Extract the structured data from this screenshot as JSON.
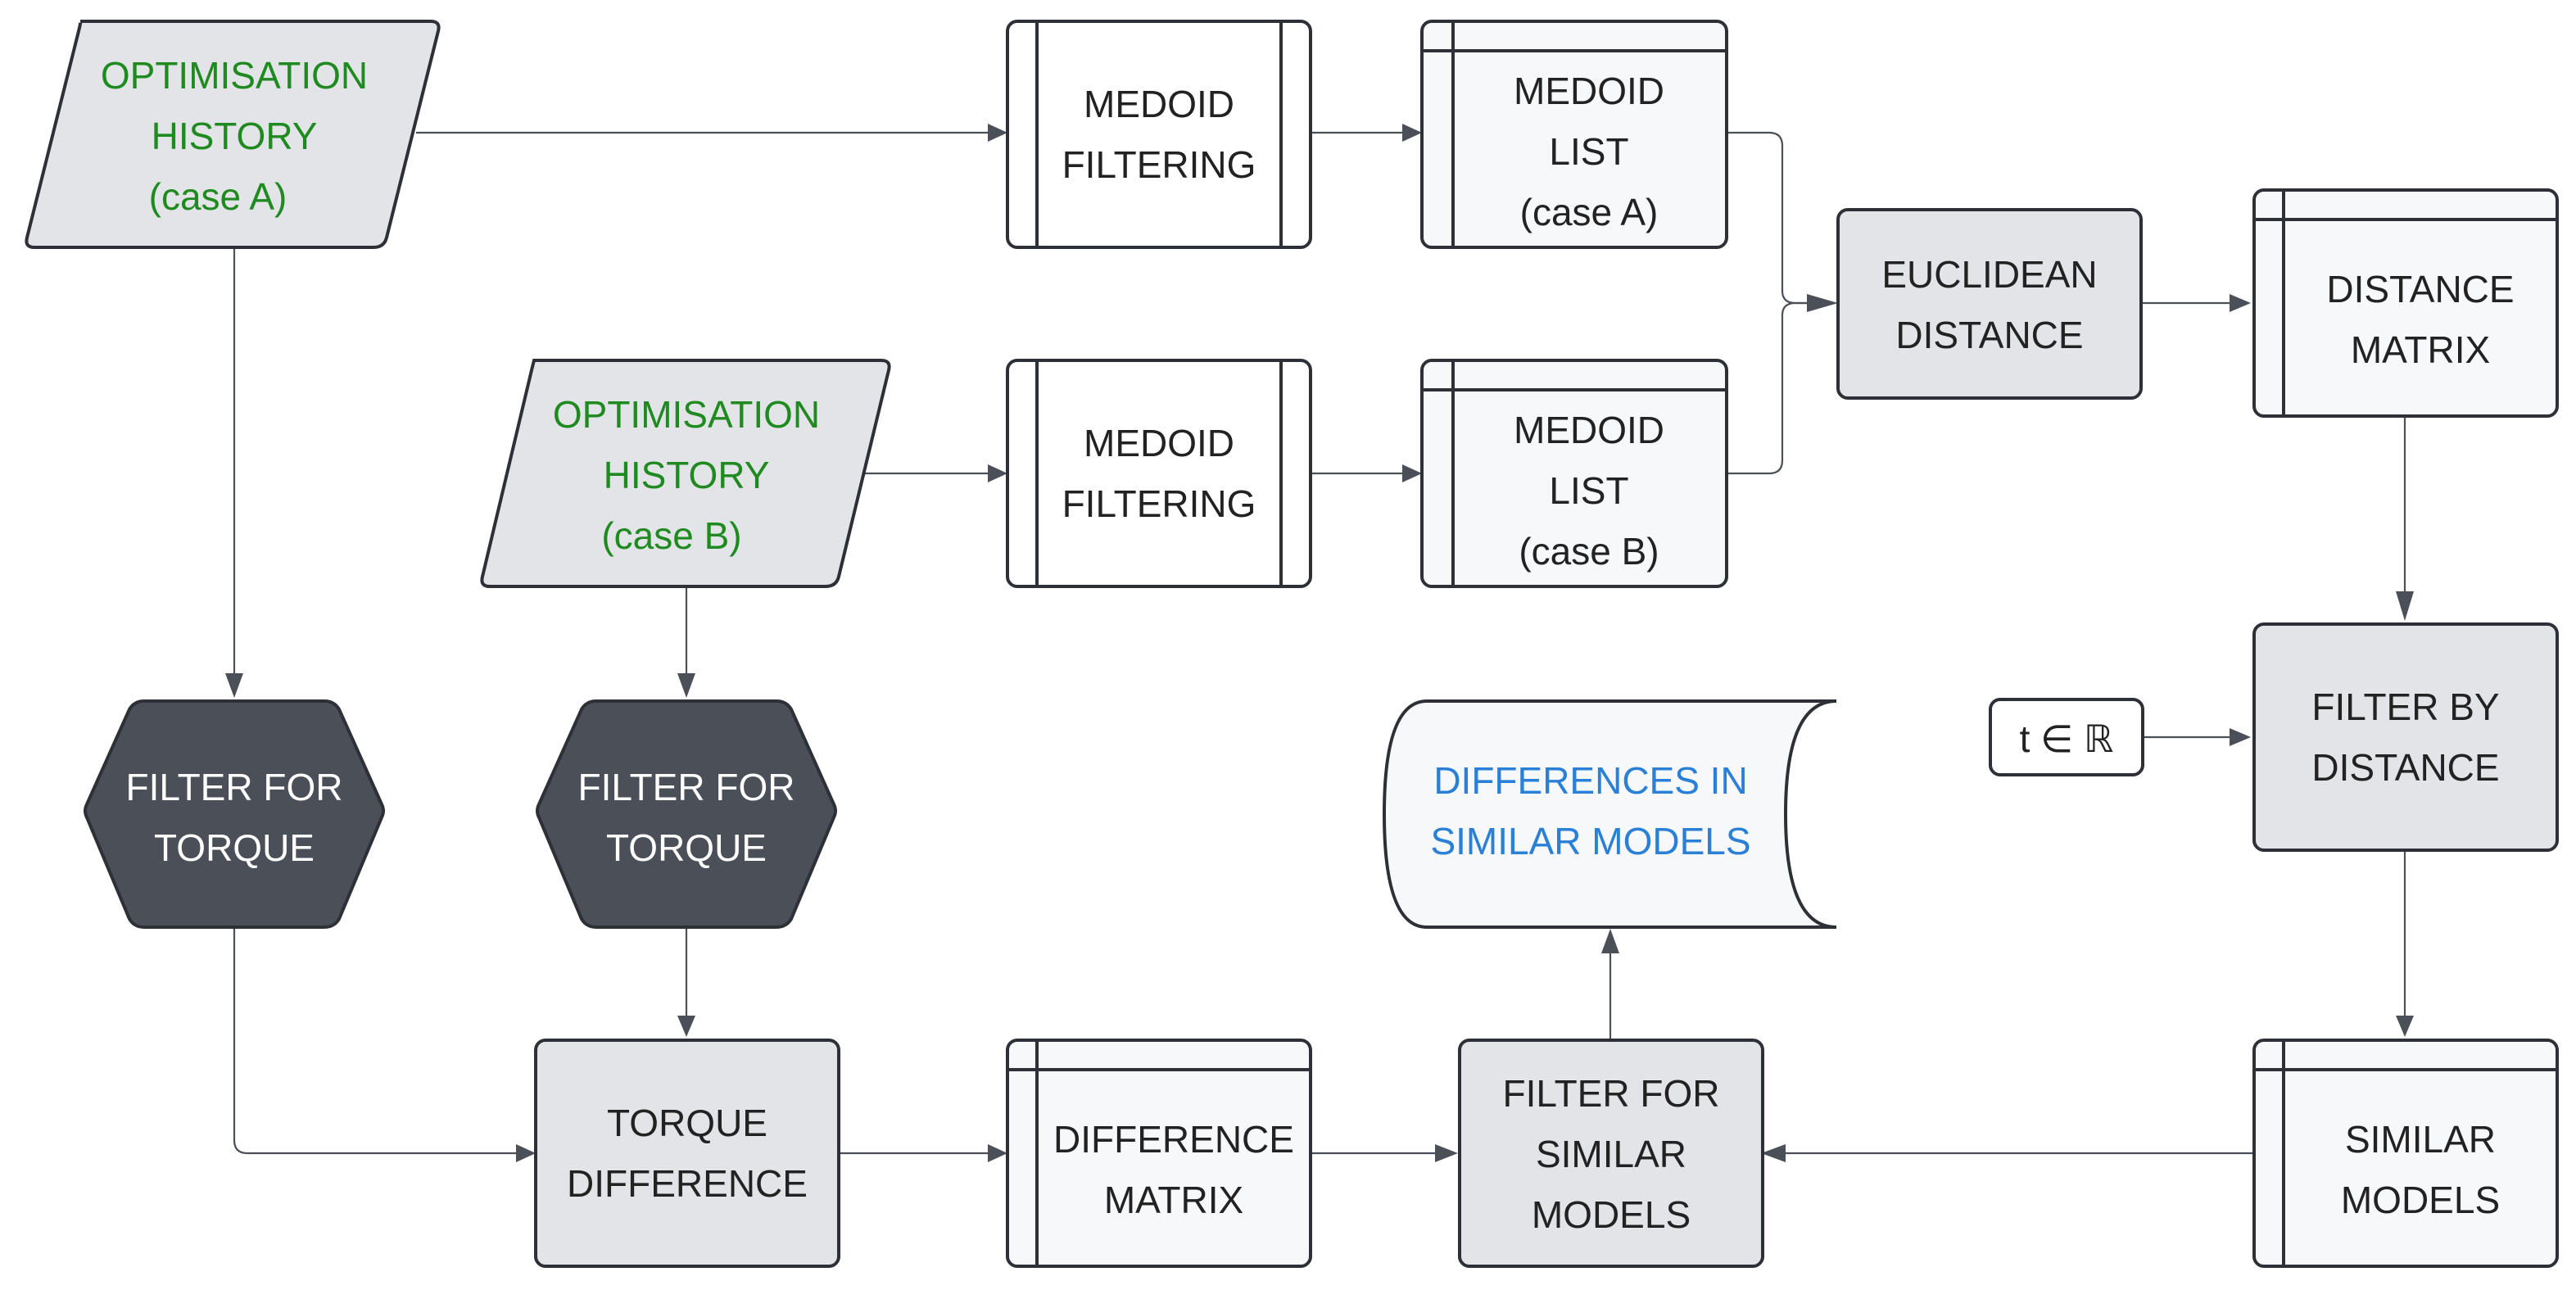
{
  "colors": {
    "input_fill": "#e2e4e8",
    "input_text": "#1f8a1f",
    "process_fill": "#e2e4e8",
    "dark_fill": "#4a4f58",
    "light_fill": "#f7f8fa",
    "output_text": "#2a7fd6",
    "stroke": "#2d3036",
    "text": "#222222",
    "text_light": "#ffffff"
  },
  "nodes": {
    "history_a": {
      "lines": [
        "OPTIMISATION",
        "HISTORY",
        "(case A)"
      ]
    },
    "history_b": {
      "lines": [
        "OPTIMISATION",
        "HISTORY",
        "(case B)"
      ]
    },
    "medoid_filtering_a": {
      "lines": [
        "MEDOID",
        "FILTERING"
      ]
    },
    "medoid_filtering_b": {
      "lines": [
        "MEDOID",
        "FILTERING"
      ]
    },
    "medoid_list_a": {
      "lines": [
        "MEDOID",
        "LIST",
        "(case A)"
      ]
    },
    "medoid_list_b": {
      "lines": [
        "MEDOID",
        "LIST",
        "(case B)"
      ]
    },
    "euclidean_distance": {
      "lines": [
        "EUCLIDEAN",
        "DISTANCE"
      ]
    },
    "distance_matrix": {
      "lines": [
        "DISTANCE",
        "MATRIX"
      ]
    },
    "threshold": {
      "lines": [
        "t ∈ ℝ"
      ]
    },
    "filter_by_distance": {
      "lines": [
        "FILTER BY",
        "DISTANCE"
      ]
    },
    "filter_torque_a": {
      "lines": [
        "FILTER FOR",
        "TORQUE"
      ]
    },
    "filter_torque_b": {
      "lines": [
        "FILTER FOR",
        "TORQUE"
      ]
    },
    "differences_output": {
      "lines": [
        "DIFFERENCES IN",
        "SIMILAR MODELS"
      ]
    },
    "torque_difference": {
      "lines": [
        "TORQUE",
        "DIFFERENCE"
      ]
    },
    "difference_matrix": {
      "lines": [
        "DIFFERENCE",
        "MATRIX"
      ]
    },
    "filter_similar_models": {
      "lines": [
        "FILTER FOR",
        "SIMILAR",
        "MODELS"
      ]
    },
    "similar_models": {
      "lines": [
        "SIMILAR",
        "MODELS"
      ]
    }
  }
}
